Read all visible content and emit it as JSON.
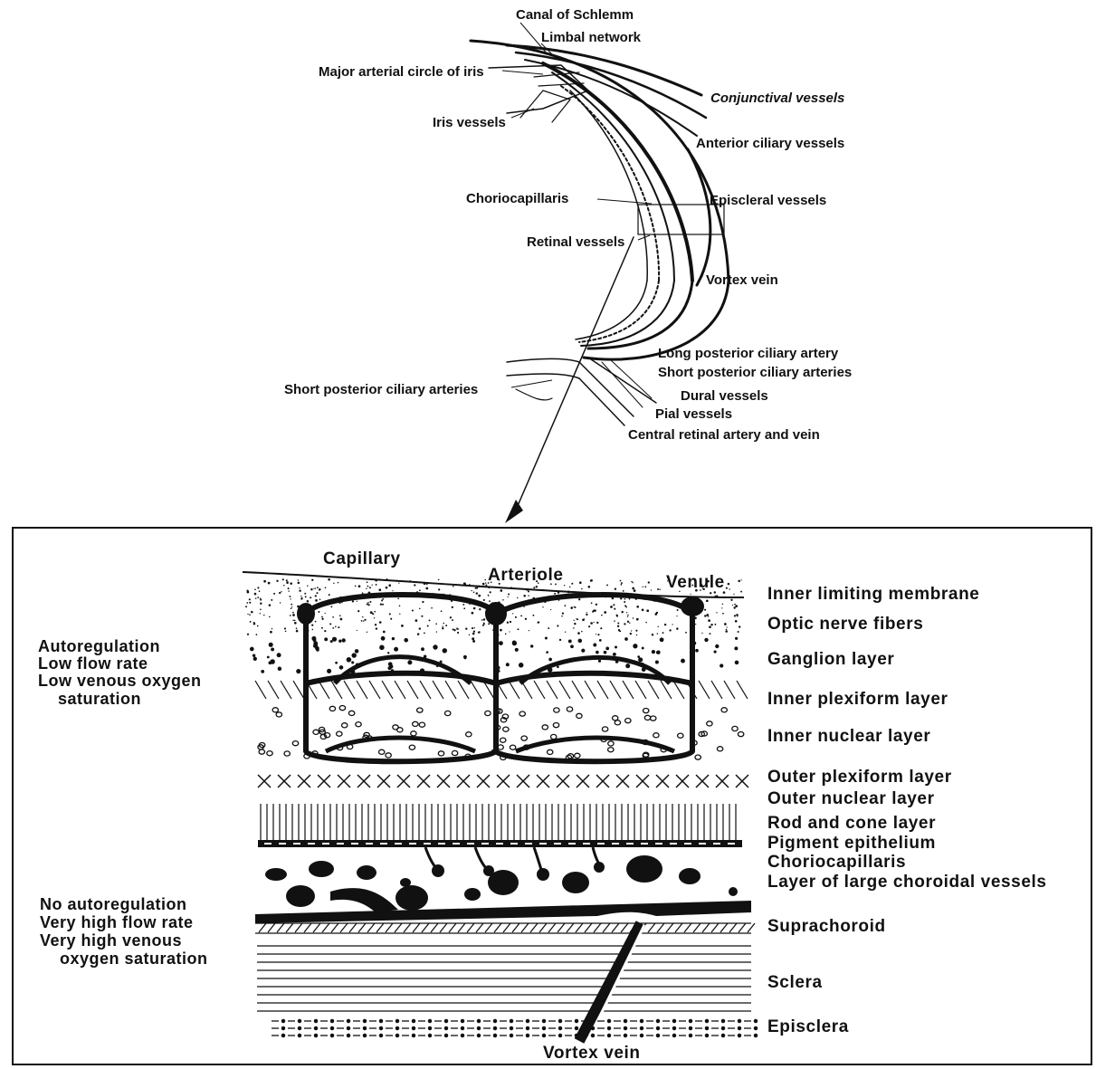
{
  "eye_labels": {
    "canal_of_schlemm": "Canal of Schlemm",
    "limbal_network": "Limbal network",
    "major_arterial_circle": "Major arterial circle of iris",
    "conjunctival_vessels": "Conjunctival vessels",
    "iris_vessels": "Iris vessels",
    "anterior_ciliary_vessels": "Anterior ciliary vessels",
    "choriocapillaris": "Choriocapillaris",
    "episcleral_vessels": "Episcleral vessels",
    "retinal_vessels": "Retinal vessels",
    "vortex_vein": "Vortex vein",
    "long_posterior_ciliary_artery": "Long posterior ciliary artery",
    "short_posterior_ciliary_arteries_right": "Short posterior ciliary arteries",
    "short_posterior_ciliary_arteries_left": "Short posterior ciliary arteries",
    "dural_vessels": "Dural vessels",
    "pial_vessels": "Pial vessels",
    "central_retinal_artery_vein": "Central retinal artery and vein"
  },
  "section": {
    "vessel_labels": {
      "capillary": "Capillary",
      "arteriole": "Arteriole",
      "venule": "Venule",
      "vortex_vein": "Vortex vein"
    },
    "layers": [
      "Inner limiting membrane",
      "Optic nerve fibers",
      "Ganglion layer",
      "Inner plexiform layer",
      "Inner nuclear layer",
      "Outer plexiform layer",
      "Outer nuclear layer",
      "Rod and cone layer",
      "Pigment epithelium",
      "Choriocapillaris",
      "Layer of large choroidal vessels",
      "Suprachoroid",
      "Sclera",
      "Episclera"
    ],
    "retinal_notes": [
      "Autoregulation",
      "Low flow rate",
      "Low venous oxygen",
      "saturation"
    ],
    "choroidal_notes": [
      "No autoregulation",
      "Very high flow rate",
      "Very high venous",
      "oxygen saturation"
    ]
  },
  "colors": {
    "ink": "#111111",
    "paper": "#ffffff"
  }
}
